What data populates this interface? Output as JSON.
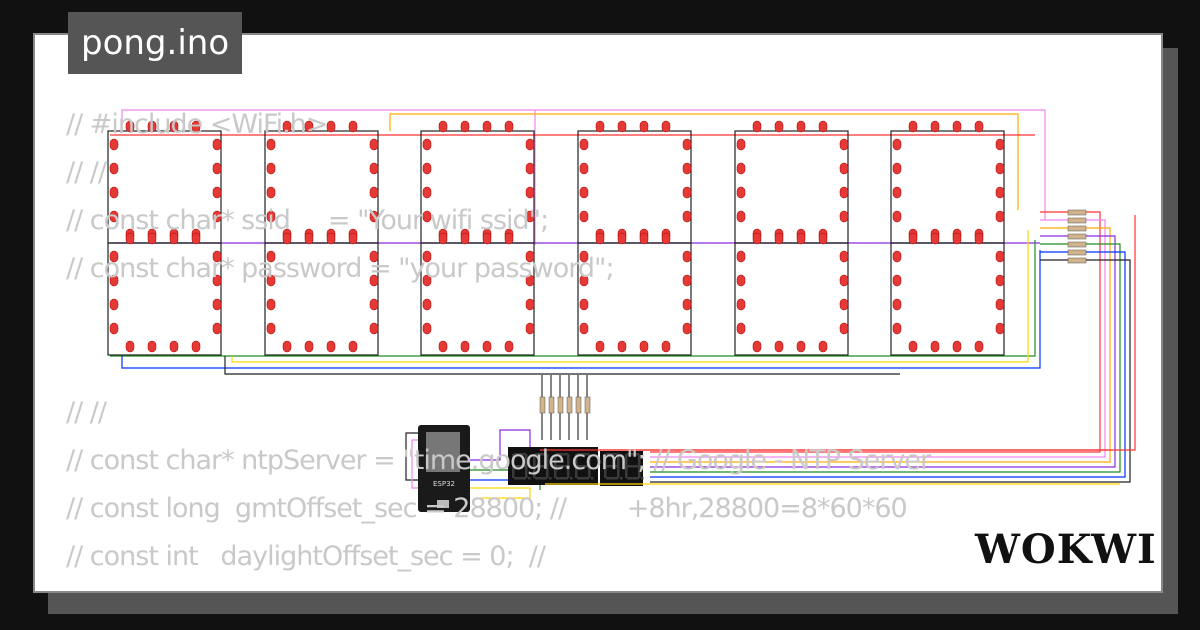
{
  "title": "pong.ino",
  "code_lines": [
    "// #include <WiFi.h>",
    "// //",
    "// const char* ssid     = \"Your wifi ssid\";",
    "// const char* password = \"your password\";",
    "",
    "",
    "// //",
    "// const char* ntpServer = \"time.google.com\"; // Google - NTP Server",
    "// const long  gmtOffset_sec = 28800; //        +8hr,28800=8*60*60",
    "// const int   daylightOffset_sec = 0;  //"
  ],
  "circuit": {
    "esp32_label": "ESP32",
    "led_matrix": {
      "columns": 6,
      "rows": 2,
      "leds_per_side": 4
    },
    "wire_colors": [
      "#ff3333",
      "#ee88ee",
      "#ffaa00",
      "#8a2be2",
      "#228b22",
      "#0033ff",
      "#222222",
      "#ffd700"
    ],
    "led_color": "#e53935"
  },
  "logo": "WOKWI"
}
